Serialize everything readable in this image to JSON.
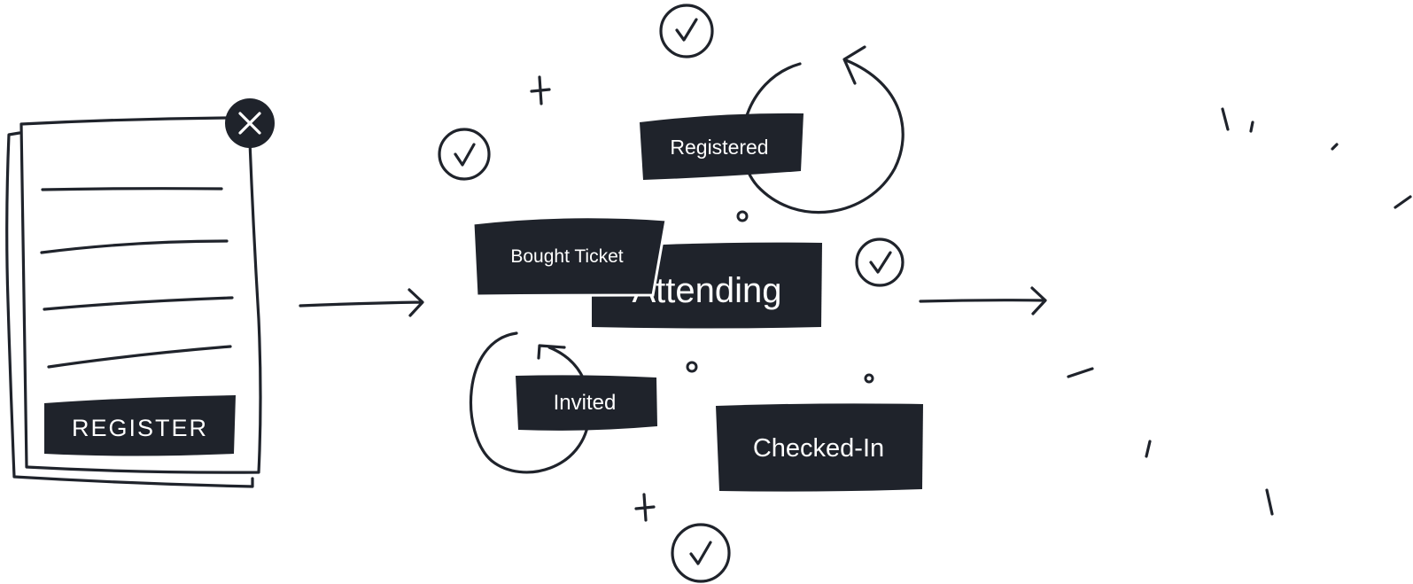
{
  "form": {
    "register_label": "REGISTER"
  },
  "statuses": {
    "registered": "Registered",
    "bought_ticket": "Bought Ticket",
    "attending": "Attending",
    "invited": "Invited",
    "checked_in": "Checked-In"
  },
  "colors": {
    "ink": "#1f232b",
    "background": "#ffffff",
    "label_text": "#ffffff"
  },
  "icons": [
    "close-icon",
    "check-circle-icon",
    "refresh-arrow-icon",
    "arrow-right-icon",
    "plus-sparkle-icon"
  ]
}
